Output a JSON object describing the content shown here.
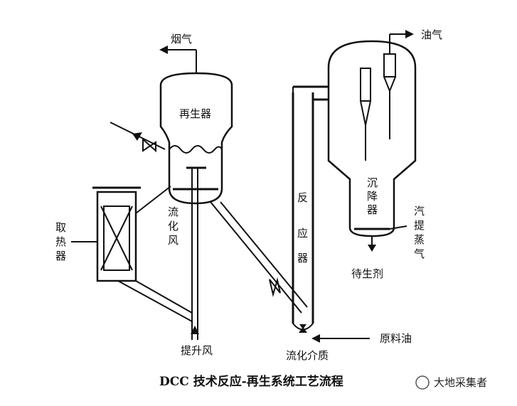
{
  "labels": {
    "flue_gas": "烟气",
    "regenerator": "再生器",
    "heat_remover": [
      "取",
      "热",
      "器"
    ],
    "fluid_air": [
      "流",
      "化",
      "风"
    ],
    "lift_air": "提升风",
    "reactor": [
      "反",
      "应",
      "器"
    ],
    "fluidizing_medium": "流化介质",
    "feed_oil": "原料油",
    "oil_gas": "油气",
    "settler": [
      "沉",
      "降",
      "器"
    ],
    "stripping_steam": [
      "汽",
      "提",
      "蒸",
      "气"
    ],
    "spent_catalyst": "待生剂"
  },
  "caption": "DCC 技术反应-再生系统工艺流程",
  "watermark": "大地采集者"
}
